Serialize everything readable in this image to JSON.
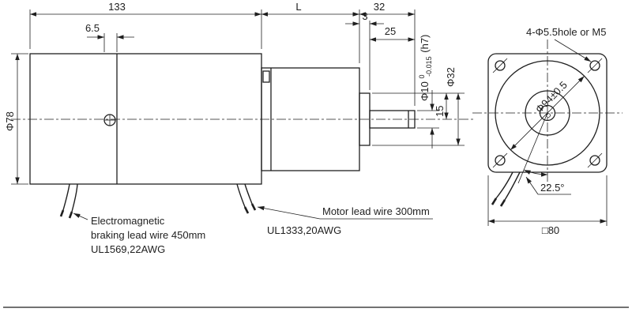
{
  "drawing": {
    "side_view": {
      "dim_body_length": "133",
      "dim_gearhead_length": "L",
      "dim_shaft_section": "32",
      "dim_rear": "6.5",
      "dim_boss_length": "3",
      "dim_shaft_length": "25",
      "dim_shaft_dia": "Φ10",
      "dim_shaft_tol_upper": "0",
      "dim_shaft_tol_lower": "-0.015",
      "dim_shaft_fit": "(h7)",
      "dim_boss_dia": "Φ32",
      "dim_shaft_height": "15",
      "dim_body_dia": "Φ78",
      "label_brake_1": "Electromagnetic",
      "label_brake_2": "braking lead wire 450mm",
      "label_brake_3": "UL1569,22AWG",
      "label_motor_lead": "Motor lead wire 300mm",
      "label_motor_lead_spec": "UL1333,20AWG"
    },
    "front_view": {
      "label_holes": "4-Φ5.5hole or M5",
      "dim_pilot": "Φ94±0.5",
      "dim_angle": "22.5°",
      "dim_square": "□80"
    }
  },
  "colors": {
    "line": "#1f1f1f",
    "background": "#ffffff"
  }
}
